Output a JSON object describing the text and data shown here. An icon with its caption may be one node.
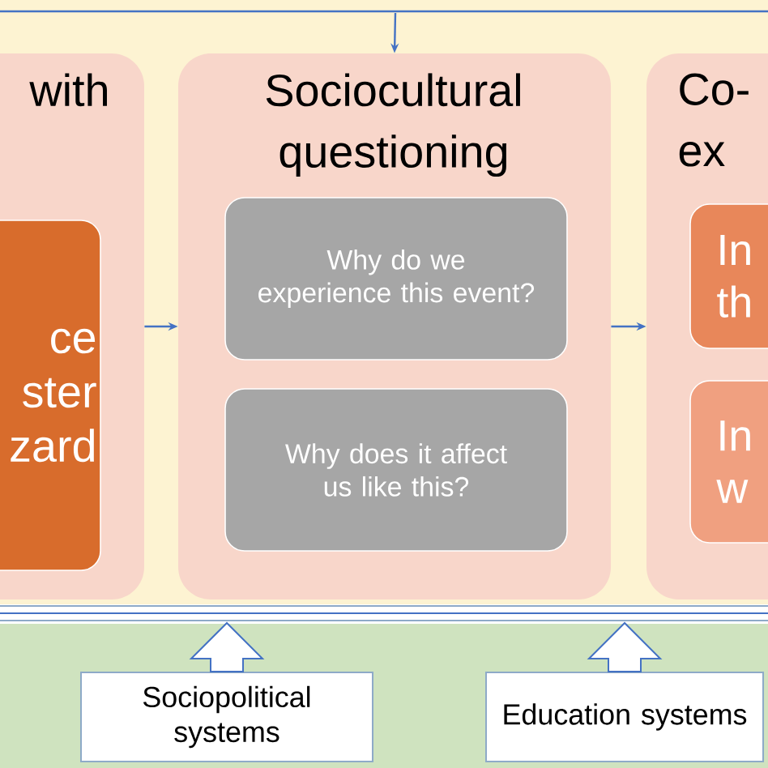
{
  "diagram": {
    "nodes": [
      {
        "text": [
          "with"
        ]
      },
      {
        "text": [
          "ce ster zard"
        ],
        "in": 0
      },
      {
        "text": [
          "Sociocultural questioning"
        ]
      },
      {
        "text": [
          "Why do we experience this event?"
        ],
        "in": 2
      },
      {
        "text": [
          "Why does it affect us like this?"
        ],
        "in": 2
      },
      {
        "text": [
          "Co- ex"
        ]
      },
      {
        "text": [
          "In th"
        ],
        "in": 5
      },
      {
        "text": [
          "In w"
        ],
        "in": 5
      },
      {
        "text": [
          "Sociopolitical systems"
        ]
      },
      {
        "text": [
          "Education systems"
        ]
      }
    ],
    "edges": [
      {
        "from": 0,
        "to": 2,
        "arrow": "to"
      },
      {
        "from": 2,
        "to": 5,
        "arrow": "to"
      },
      {
        "from": null,
        "to": 2,
        "arrow": "to"
      },
      {
        "from": 8,
        "to": null,
        "arrow": "to",
        "style": "thick"
      },
      {
        "from": 9,
        "to": null,
        "arrow": "to",
        "style": "thick"
      }
    ]
  }
}
